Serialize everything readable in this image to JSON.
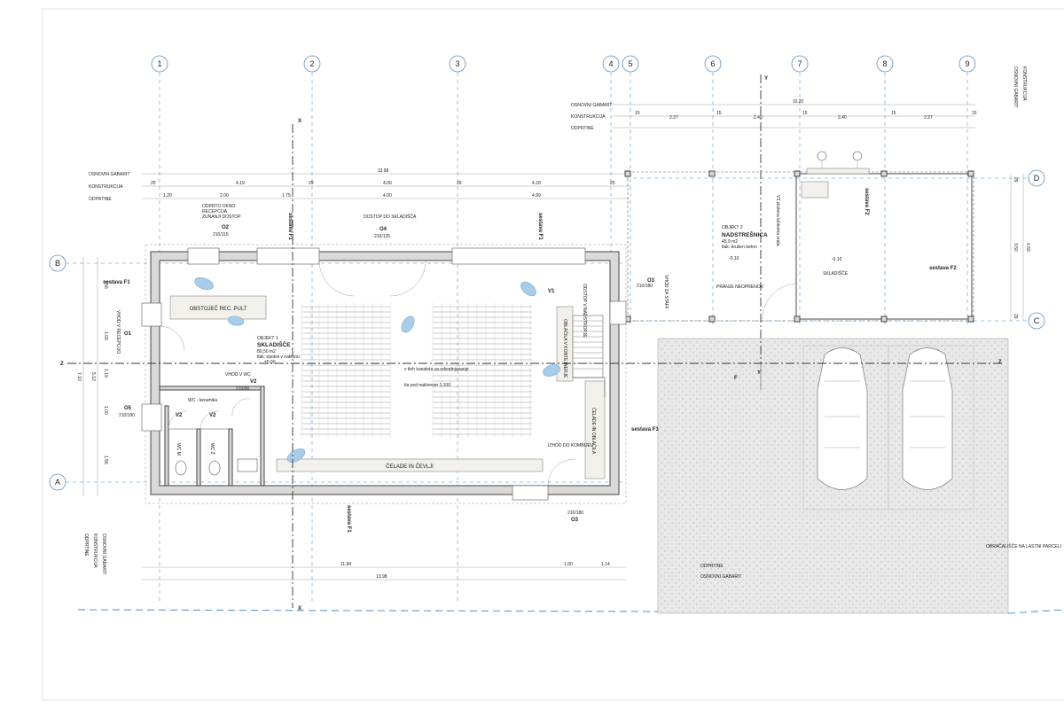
{
  "grid": {
    "columns": [
      "1",
      "2",
      "3",
      "4",
      "5",
      "6",
      "7",
      "8",
      "9"
    ],
    "rows": [
      "B",
      "A",
      "D",
      "C"
    ]
  },
  "axes": {
    "x": "X",
    "y": "Y",
    "z": "Z",
    "f": "F"
  },
  "dimension_rows": {
    "left": {
      "osnovni_gabarit": "OSNOVNI GABARIT",
      "konstrukcija": "KONSTRUKCIJA",
      "odprtine": "ODPRTINE",
      "total": "13.98",
      "konstr_values": [
        "25",
        "4.19",
        "29",
        "4.00",
        "29",
        "4.18",
        "25"
      ],
      "odpr_values": [
        "1.20",
        "2.00",
        "1.75",
        "4.00",
        "4.99"
      ]
    },
    "right": {
      "osnovni_gabarit": "OSNOVNI GABARIT",
      "konstrukcija": "KONSTRUKCIJA",
      "odprtine": "ODPRTINE",
      "total": "10.20",
      "konstr_values": [
        "15",
        "2.27",
        "15",
        "2.40",
        "15",
        "2.40",
        "15",
        "2.27",
        "15"
      ]
    },
    "bottom": {
      "odprtine": "ODPRTINE",
      "konstrukcija": "KONSTRUKCIJA",
      "osnovni_gabarit": "OSNOVNI GABARIT",
      "values": [
        "11.84",
        "1.00",
        "1.14"
      ],
      "total": "13.98"
    },
    "left_vertical": [
      "7.10",
      "5.12",
      "1.56",
      "1.00",
      "1.19",
      "1.00",
      "1.56"
    ],
    "right_vertical": [
      "4.50",
      "3.50",
      "29",
      "29"
    ],
    "far_right_top": [
      "OSNOVNI GABARIT",
      "KONSTRUKCIJA"
    ]
  },
  "rooms": {
    "skladisce": {
      "label": "OBJEKT 1",
      "name": "SKLADIŠČE",
      "area": "80,50 m2",
      "floor": "tlak: epoksi v naklonu",
      "level": "±0.00"
    },
    "nadstresnica": {
      "label": "OBJEKT 2",
      "name": "NADSTREŠNICA",
      "area": "45,9 m2",
      "floor": "tlak: brušen beton",
      "level": "-0.10",
      "washing": "PRANJE NEOPRENOV"
    },
    "skladisce2": {
      "name": "SKLADIŠČE",
      "level": "-0.10"
    },
    "wc_label": "WC - keramika",
    "wc_m": "WC M",
    "wc_z": "WC Ž"
  },
  "labels": {
    "odprto_okno": "ODPRTO OKNO",
    "recepcija": "RECEPCIJA",
    "zunanji_dostop": "ZUNANJI DOSTOP",
    "dostop_skladisca": "DOSTOP DO SKLADIŠČA",
    "obstojec_pult": "OBSTOJEČ REC. PULT",
    "vhod_recepcijo": "VHOD V RECEPCIJO",
    "vhod_wc": "VHOD V WC",
    "oblacila_v_kontejnerje": "OBLAČILA V KONTEJNERJE",
    "odstop_v_nadstropje": "ODSTOP V NADSTROPJE",
    "vhod_za_staff": "VHOD ZA STAFF",
    "izhod_kombijev": "IZHOD DO KOMBIJEV",
    "celade_cevlji": "ČELADE IN ČEVLJI",
    "celade_oblacila": "ČELADE IN OBLAČILA",
    "v_tleh_kanaleta": "v tleh kanaleta za odvodnjavanje",
    "pod_naklonom": "tla pod naklonom 1:100",
    "obracalisce": "OBRAČALIŠČE NA LASTNI PARCELI",
    "odprtine": "ODPRTINE",
    "osnovni_gabarit": "OSNOVNI GABARIT",
    "zlozena_vrata": "V3 zložena lahkotna vrata",
    "sestava_f1": "sestava F1",
    "sestava_f2": "sestava F2",
    "sestava_f3": "sestava F3"
  },
  "openings": {
    "o2": "O2",
    "o4": "O4",
    "o3": "O3",
    "o1": "O1",
    "o5": "O5",
    "v2": "V2",
    "v1": "V1",
    "o2_size": "210/115",
    "o4_size": "210/125",
    "v2_size": "210/90",
    "o3_size": "210/180",
    "o5_size": "210/100"
  },
  "colors": {
    "grid": "#7fb2d9",
    "bubble_stroke": "#5a8fbf",
    "wall": "#d9d9d9",
    "people": "#a9cde8",
    "hatch": "#e6e6e6"
  }
}
